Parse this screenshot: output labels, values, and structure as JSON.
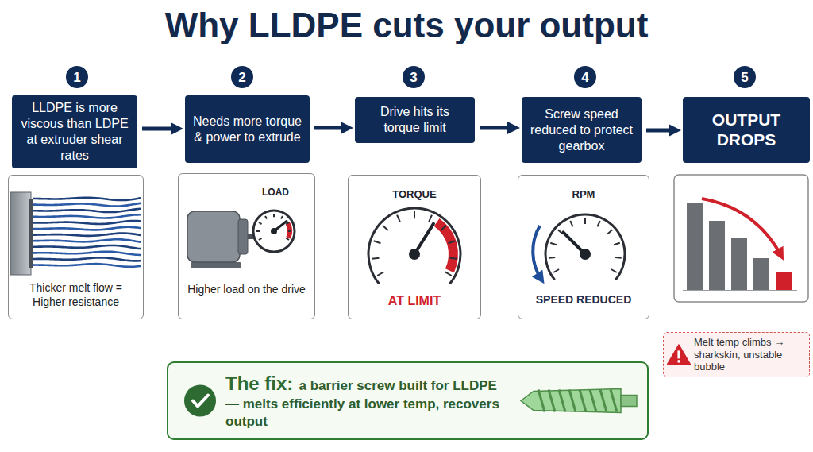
{
  "diagram": {
    "title": "Why LLDPE cuts your output",
    "nodes": [
      {
        "text": [
          "1"
        ]
      },
      {
        "text": [
          "2"
        ]
      },
      {
        "text": [
          "3"
        ]
      },
      {
        "text": [
          "4"
        ]
      },
      {
        "text": [
          "5"
        ]
      },
      {
        "text": [
          "LLDPE is more viscous than LDPE at extruder shear rates"
        ]
      },
      {
        "text": [
          "Needs more torque & power to extrude"
        ]
      },
      {
        "text": [
          "Drive hits its torque limit"
        ]
      },
      {
        "text": [
          "Screw speed reduced to protect gearbox"
        ]
      },
      {
        "text": [
          "OUTPUT DROPS"
        ]
      },
      {
        "text": [
          "Thicker melt flow = Higher resistance"
        ]
      },
      {
        "text": [
          "LOAD",
          "Higher load on the drive"
        ]
      },
      {
        "text": [
          "TORQUE",
          "AT LIMIT"
        ]
      },
      {
        "text": [
          "RPM",
          "SPEED REDUCED"
        ]
      },
      {
        "text": [
          "Melt temp climbs → sharkskin, unstable bubble"
        ]
      },
      {
        "text": [
          "The fix:",
          "a barrier screw built for LLDPE — melts efficiently at lower temp, recovers output"
        ]
      }
    ],
    "edges": [
      {
        "from": 5,
        "to": 6,
        "arrow": "to"
      },
      {
        "from": 6,
        "to": 7,
        "arrow": "to"
      },
      {
        "from": 7,
        "to": 8,
        "arrow": "to"
      },
      {
        "from": 8,
        "to": 9,
        "arrow": "to"
      }
    ]
  }
}
